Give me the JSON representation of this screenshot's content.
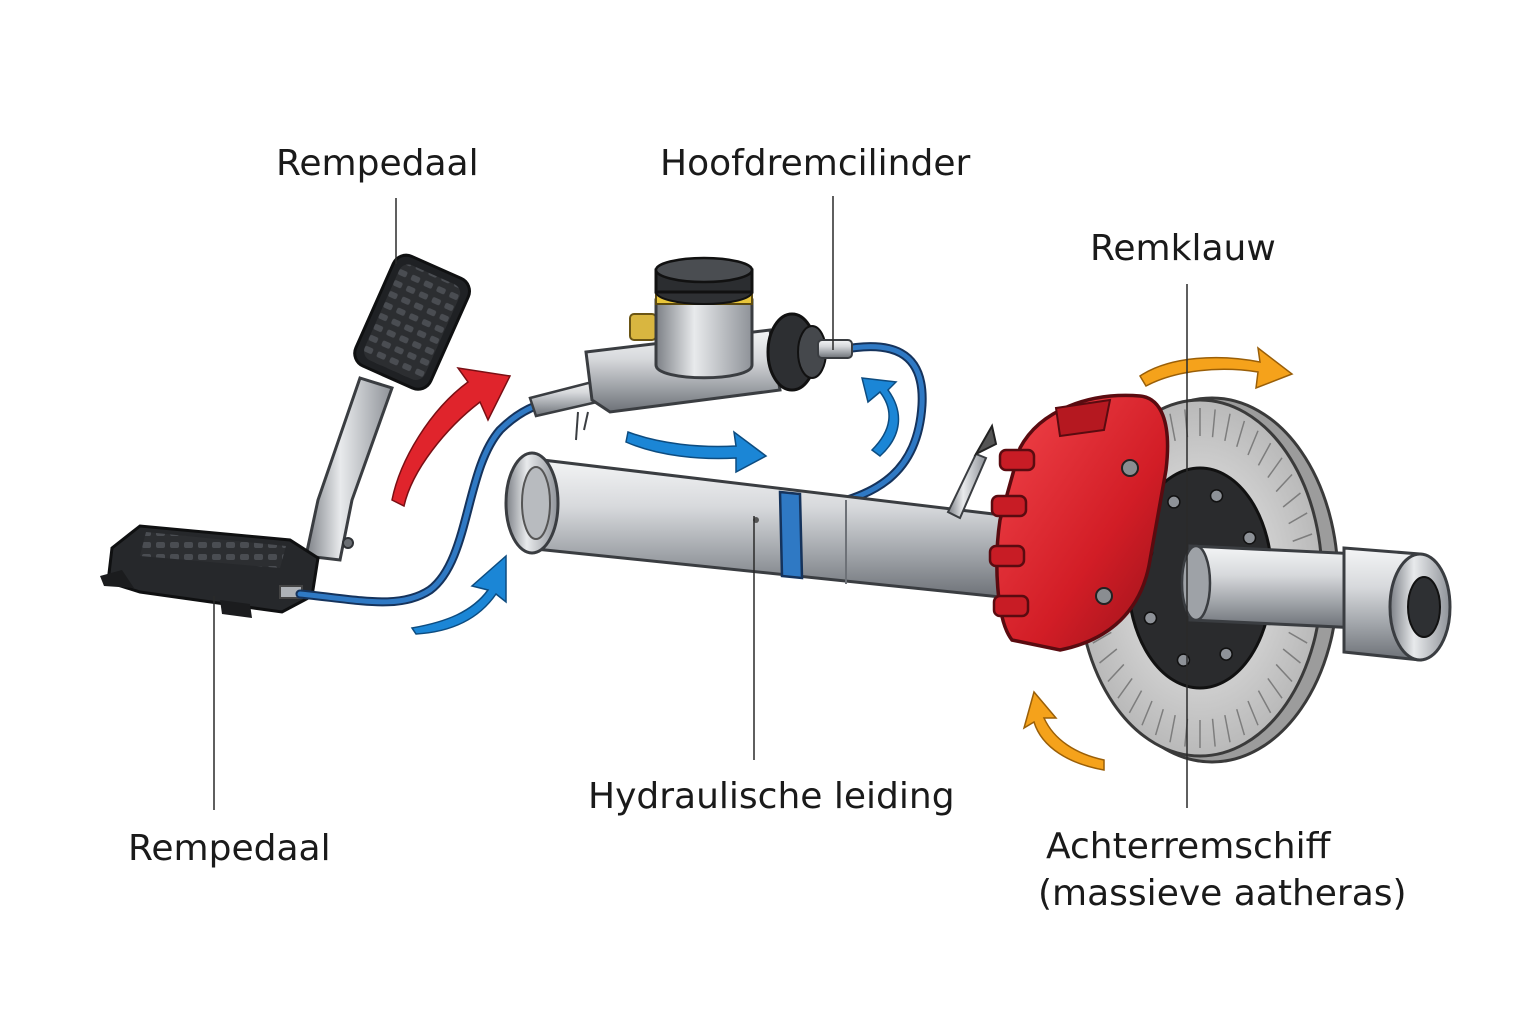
{
  "labels": {
    "pedal_top": "Rempedaal",
    "master_cylinder": "Hoofdremcilinder",
    "caliper": "Remklauw",
    "hydraulic_line": "Hydraulische leiding",
    "pedal_bottom": "Rempedaal",
    "rear_disc_line1": "Achterremschiff",
    "rear_disc_line2": "(massieve aatheras)"
  },
  "colors": {
    "arrow_red": "#e0242c",
    "arrow_blue": "#1b86d6",
    "arrow_orange": "#f5a21b",
    "caliper_red": "#d8202a",
    "hose_blue": "#2a6fb8",
    "metal": "#c9ccd0",
    "pedal_dark": "#2b2d30",
    "disc_gray": "#d6d6d6"
  }
}
